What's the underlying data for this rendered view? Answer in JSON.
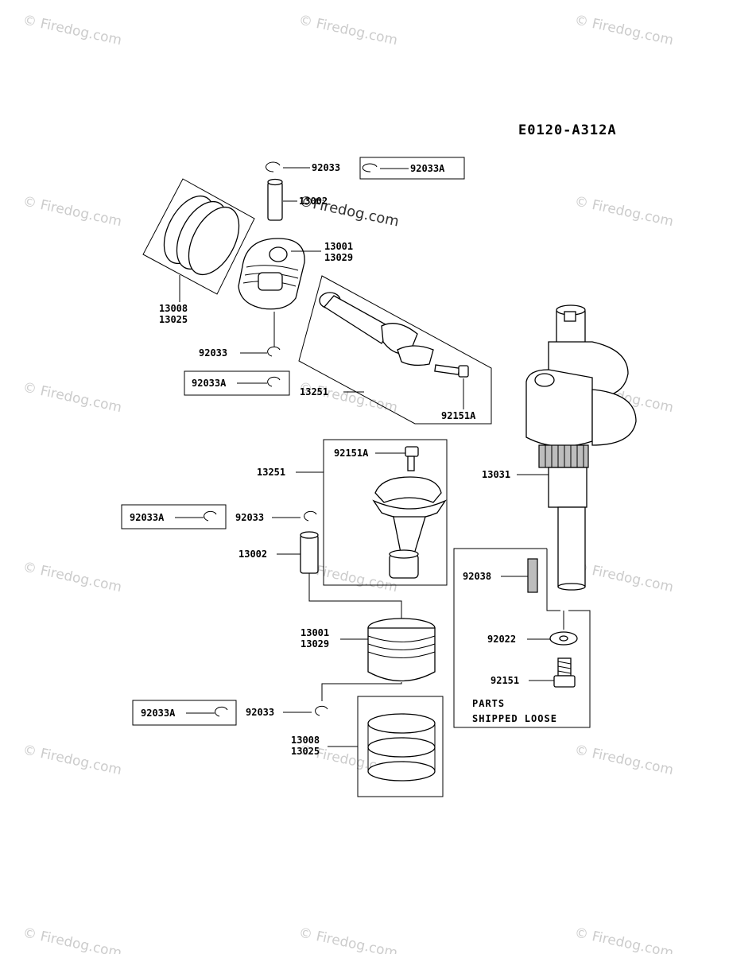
{
  "diagram": {
    "code": "E0120-A312A",
    "watermark": "© Firedog.com",
    "watermark_center": "©Firedog.com",
    "notes": {
      "line1": "PARTS",
      "line2": "SHIPPED LOOSE"
    },
    "labels": {
      "ring_clip_top": "92033",
      "ring_clip_top_alt": "92033A",
      "piston_pin_top": "13002",
      "piston_top_a": "13001",
      "piston_top_b": "13029",
      "rings_top_a": "13008",
      "rings_top_b": "13025",
      "ring_clip_mid": "92033",
      "ring_clip_mid_alt": "92033A",
      "conrod_top": "13251",
      "conrod_bolt_top": "92151A",
      "conrod_bolt_lower": "92151A",
      "conrod_lower": "13251",
      "ring_clip_lower_alt": "92033A",
      "ring_clip_lower": "92033",
      "piston_pin_lower": "13002",
      "piston_lower_a": "13001",
      "piston_lower_b": "13029",
      "ring_clip_bottom_alt": "92033A",
      "ring_clip_bottom": "92033",
      "rings_lower_a": "13008",
      "rings_lower_b": "13025",
      "crankshaft": "13031",
      "key": "92038",
      "washer": "92022",
      "bolt": "92151"
    }
  }
}
